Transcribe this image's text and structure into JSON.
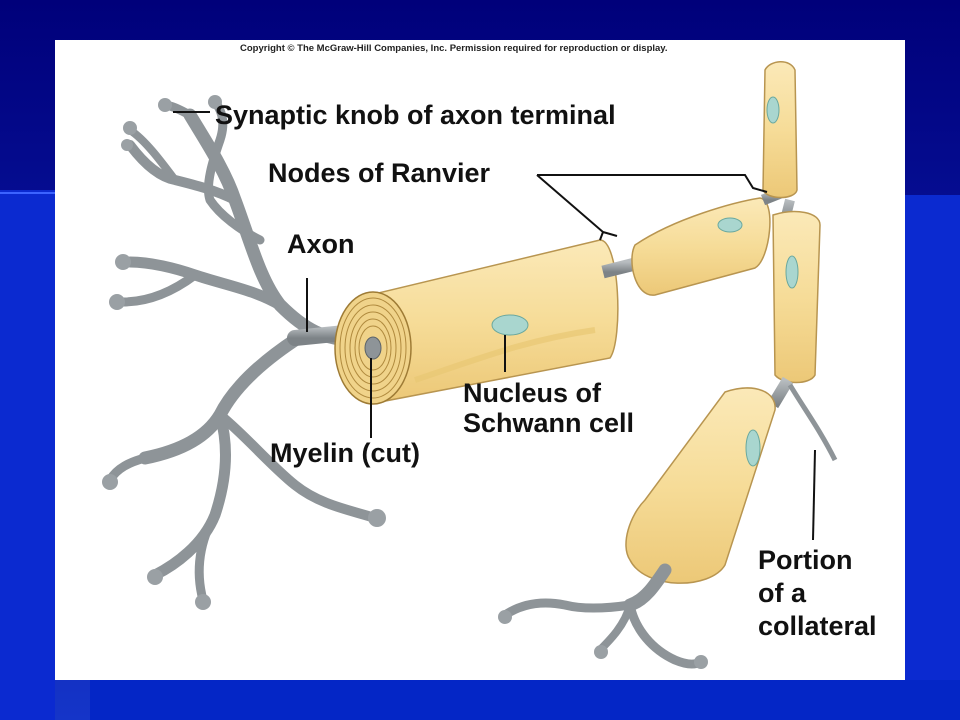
{
  "copyright": "Copyright © The McGraw-Hill Companies, Inc. Permission required for reproduction or display.",
  "labels": {
    "synaptic_knob": "Synaptic knob of axon terminal",
    "nodes_of_ranvier": "Nodes of Ranvier",
    "axon": "Axon",
    "myelin": "Myelin (cut)",
    "nucleus_line1": "Nucleus of",
    "nucleus_line2": "Schwann cell",
    "collateral_line1": "Portion",
    "collateral_line2": "of a",
    "collateral_line3": "collateral"
  },
  "colors": {
    "background": "#0a1aa8",
    "panel": "#ffffff",
    "axon": "#9aa0a4",
    "myelin": "#f6dc98",
    "nucleus": "#a9d6cf",
    "label_text": "#111111"
  }
}
